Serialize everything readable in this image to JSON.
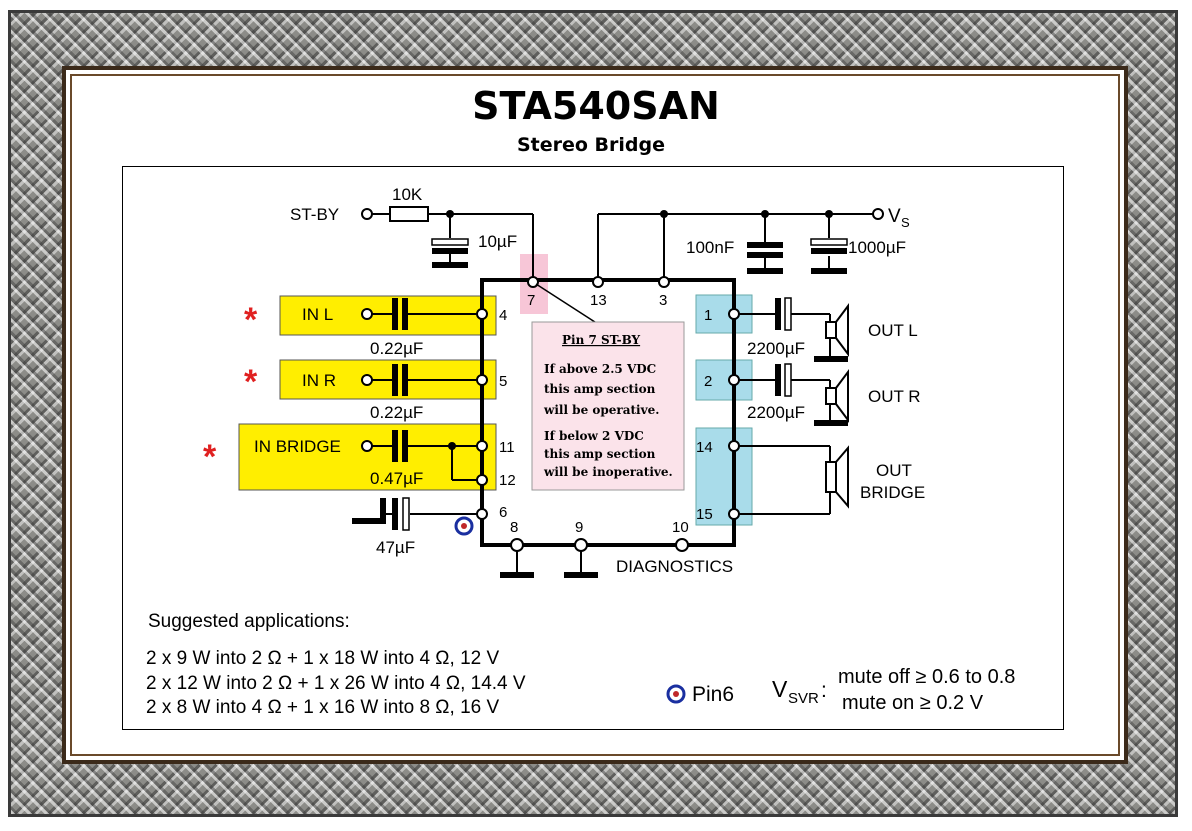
{
  "title": "STA540SAN",
  "subtitle": "Stereo Bridge",
  "schematic": {
    "stby_label": "ST-BY",
    "r_stby": "10K",
    "c_stby": "10µF",
    "vs_label": "V",
    "vs_sub": "S",
    "c_100n": "100nF",
    "c_1000u": "1000µF",
    "inputs": [
      {
        "label": "IN L",
        "cap": "0.22µF"
      },
      {
        "label": "IN R",
        "cap": "0.22µF"
      },
      {
        "label": "IN BRIDGE",
        "cap": "0.47µF"
      }
    ],
    "c_47u": "47µF",
    "outputs": [
      {
        "label": "OUT L",
        "cap": "2200µF"
      },
      {
        "label": "OUT R",
        "cap": "2200µF"
      }
    ],
    "out_bridge_line1": "OUT",
    "out_bridge_line2": "BRIDGE",
    "diagnostics": "DIAGNOSTICS",
    "pins": {
      "p7": "7",
      "p13": "13",
      "p3": "3",
      "p4": "4",
      "p5": "5",
      "p11": "11",
      "p12": "12",
      "p6": "6",
      "p8": "8",
      "p9": "9",
      "p10": "10",
      "p1": "1",
      "p2": "2",
      "p14": "14",
      "p15": "15"
    },
    "asterisk": "*"
  },
  "note": {
    "heading": "Pin 7    ST-BY",
    "line1": "If above 2.5 VDC",
    "line2": "this amp section",
    "line3": "will be  operative.",
    "line4": "If below 2 VDC",
    "line5": "this amp section",
    "line6": "will be inoperative."
  },
  "applications": {
    "heading": "Suggested applications:",
    "items": [
      "2 x 9 W into 2 Ω + 1 x 18 W into 4 Ω, 12 V",
      "2 x 12 W into 2 Ω + 1 x 26 W into 4 Ω, 14.4 V",
      "2 x 8 W into 4 Ω + 1 x 16 W into 8 Ω, 16 V"
    ]
  },
  "legend": {
    "pin6": "Pin6",
    "vsvr_main": "V",
    "vsvr_sub": "SVR",
    "vsvr_colon": ":",
    "mute_off": "mute off ≥ 0.6 to 0.8",
    "mute_on": "mute on ≥ 0.2 V"
  },
  "colors": {
    "highlight_yellow": "#ffee00",
    "highlight_blue": "#a9dcea",
    "highlight_pink": "#f7c6d7",
    "note_bg": "#fbe3ea",
    "asterisk_red": "#e02020",
    "pin6_marker": "#1a2fa0"
  }
}
